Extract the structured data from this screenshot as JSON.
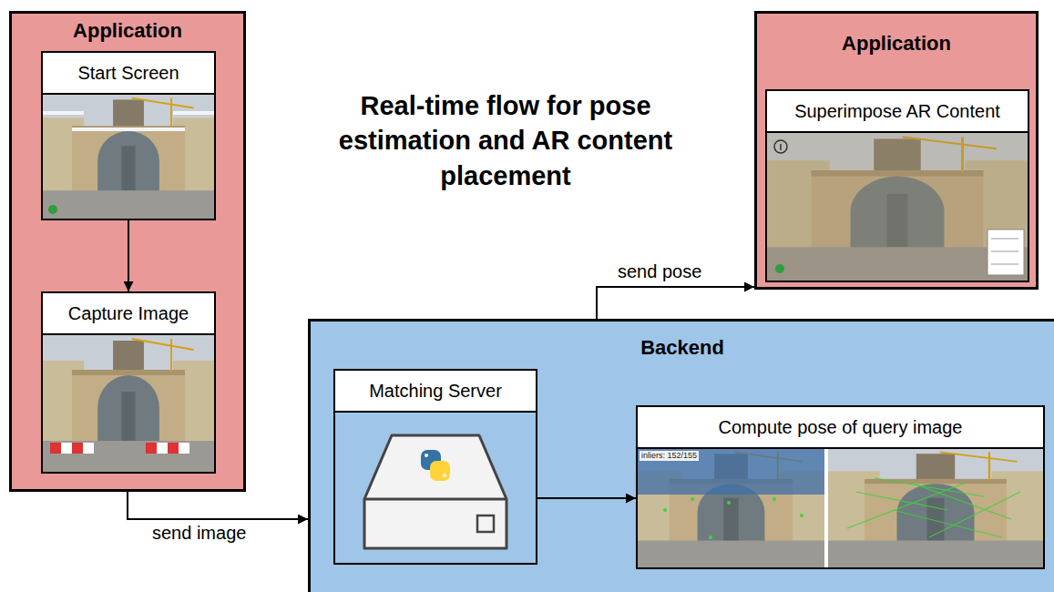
{
  "diagram": {
    "title": "Real-time flow for pose estimation and AR content placement",
    "nodes": [
      {
        "text": [
          "Application"
        ]
      },
      {
        "text": [
          "Start Screen"
        ],
        "in": 0
      },
      {
        "text": [
          "Capture Image"
        ],
        "in": 0
      },
      {
        "text": [
          "Application"
        ]
      },
      {
        "text": [
          "Superimpose AR Content"
        ],
        "in": 3
      },
      {
        "text": [
          "Backend"
        ]
      },
      {
        "text": [
          "Matching Server"
        ],
        "in": 5
      },
      {
        "text": [
          "Compute pose of query image"
        ],
        "in": 5
      }
    ],
    "edges": [
      {
        "from": 1,
        "to": 2,
        "arrow": "to"
      },
      {
        "from": 0,
        "to": 5,
        "label": "send image",
        "arrow": "to"
      },
      {
        "from": 6,
        "to": 7,
        "arrow": "to"
      },
      {
        "from": 5,
        "to": 3,
        "label": "send pose",
        "arrow": "to"
      }
    ],
    "labels": [
      "inliers: 152/155"
    ]
  }
}
